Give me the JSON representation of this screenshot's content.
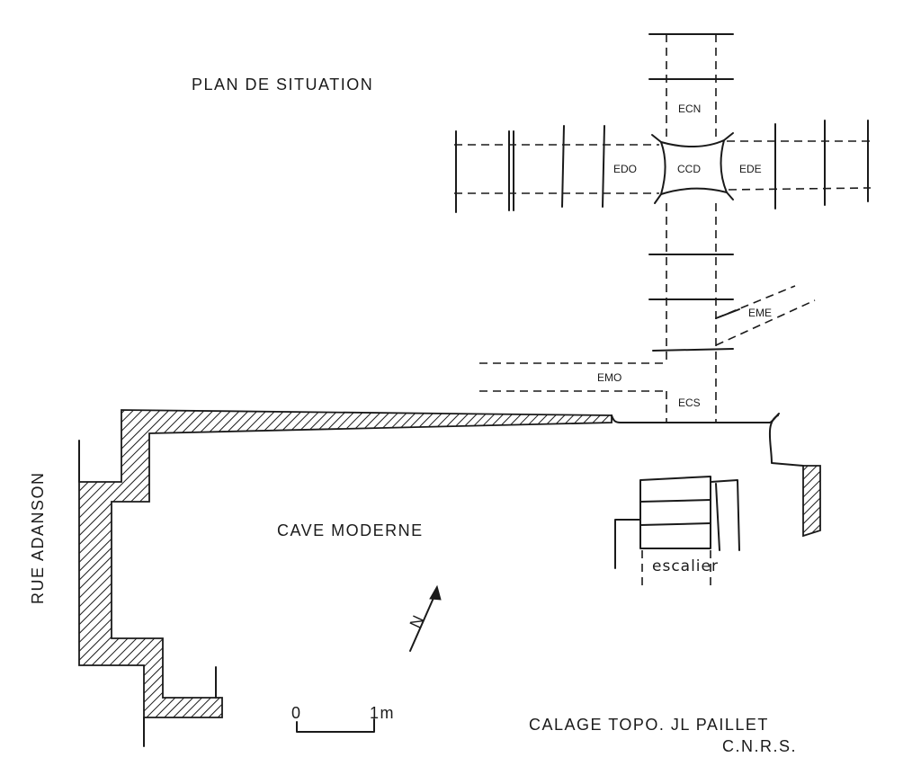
{
  "title": "PLAN DE SITUATION",
  "street": "RUE ADANSON",
  "cellar": "CAVE MODERNE",
  "stair": "escalier",
  "north": "N",
  "scale": {
    "zero": "0",
    "one": "1m"
  },
  "credit": {
    "line1": "CALAGE TOPO. JL PAILLET",
    "line2": "C.N.R.S."
  },
  "zones": {
    "ecn": "ECN",
    "ccd": "CCD",
    "edo": "EDO",
    "ede": "EDE",
    "eme": "EME",
    "emo": "EMO",
    "ecs": "ECS"
  }
}
